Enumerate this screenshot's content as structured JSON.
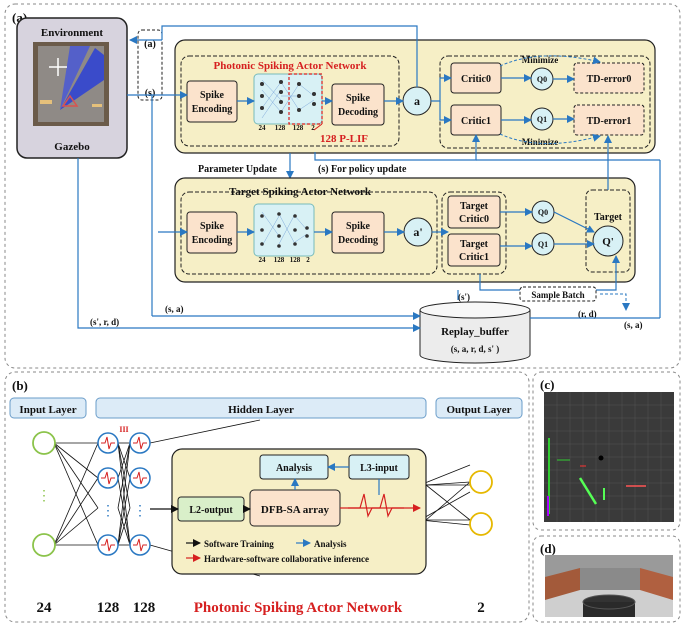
{
  "panel_a": {
    "label": "(a)",
    "environment": {
      "title": "Environment",
      "footer": "Gazebo"
    },
    "obs_labels": {
      "action": "(a)",
      "state": "(s)"
    },
    "actor": {
      "title": "Photonic Spiking Actor Network",
      "spike_encoding": "Spike\nEncoding",
      "spike_decoding": "Spike\nDecoding",
      "layer_sizes": [
        "24",
        "128",
        "128",
        "2"
      ],
      "plif_label": "128 P-LIF",
      "action_node": "a"
    },
    "critics": {
      "critic0": "Critic0",
      "critic1": "Critic1",
      "q0": "Q0",
      "q1": "Q1",
      "td0": "TD-error0",
      "td1": "TD-error1",
      "minimize_top": "Minimize",
      "minimize_bottom": "Minimize"
    },
    "parameter_update": "Parameter Update",
    "policy_update": "(s) For policy update",
    "target_actor": {
      "title": "Target Spiking Actor Network",
      "spike_encoding": "Spike\nEncoding",
      "spike_decoding": "Spike\nDecoding",
      "layer_sizes": [
        "24",
        "128",
        "128",
        "2"
      ],
      "action_node": "a'"
    },
    "target_critics": {
      "critic0": "Target\nCritic0",
      "critic1": "Target\nCritic1",
      "q0": "Q0",
      "q1": "Q1",
      "target_title": "Target",
      "target_node": "Q'"
    },
    "s_prime": "(s')",
    "sample_batch": "Sample Batch",
    "r_d": "(r, d)",
    "s_a_left": "(s, a)",
    "s_a_right": "(s, a)",
    "s_r_d": "(s', r, d)",
    "replay": {
      "title": "Replay_buffer",
      "tuple": "(s, a, r, d, s' )"
    }
  },
  "panel_b": {
    "label": "(b)",
    "input_layer": "Input Layer",
    "hidden_layer": "Hidden Layer",
    "output_layer": "Output Layer",
    "analysis": "Analysis",
    "l3_input": "L3-input",
    "l2_output": "L2-output",
    "dfb": "DFB-SA array",
    "legend": {
      "software": "Software Training",
      "analysis": "Analysis",
      "hardware": "Hardware-software collaborative inference"
    },
    "counts": [
      "24",
      "128",
      "128"
    ],
    "network_title": "Photonic Spiking Actor Network",
    "output_count": "2"
  },
  "panel_c": {
    "label": "(c)"
  },
  "panel_d": {
    "label": "(d)"
  },
  "colors": {
    "panel_fill": "#f6efc6",
    "box_fill": "#fbe3cc",
    "accent_blue": "#2a78c2",
    "accent_red": "#d62020",
    "cyan_fill": "#d8f1f5",
    "legend_blue": "#dcebf7"
  }
}
